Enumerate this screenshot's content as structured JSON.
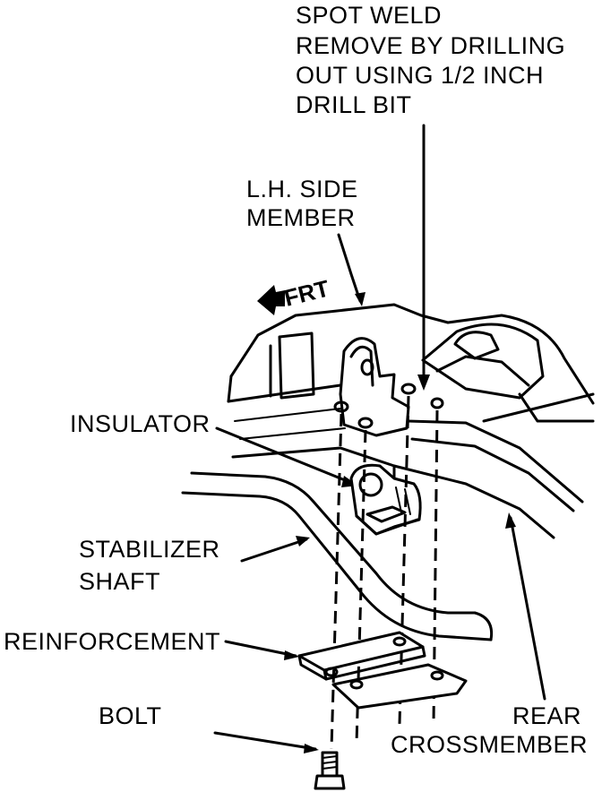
{
  "labels": {
    "spot_weld": [
      "SPOT WELD",
      "REMOVE BY DRILLING",
      "OUT USING 1/2 INCH",
      "DRILL BIT"
    ],
    "side_member": [
      "L.H. SIDE",
      "MEMBER"
    ],
    "front": "FRT",
    "insulator": "INSULATOR",
    "stabilizer_shaft": [
      "STABILIZER",
      "SHAFT"
    ],
    "reinforcement": "REINFORCEMENT",
    "bolt": "BOLT",
    "rear_crossmember": [
      "REAR",
      "CROSSMEMBER"
    ]
  },
  "icons": {
    "front_arrow": "front-direction-arrow-icon"
  }
}
